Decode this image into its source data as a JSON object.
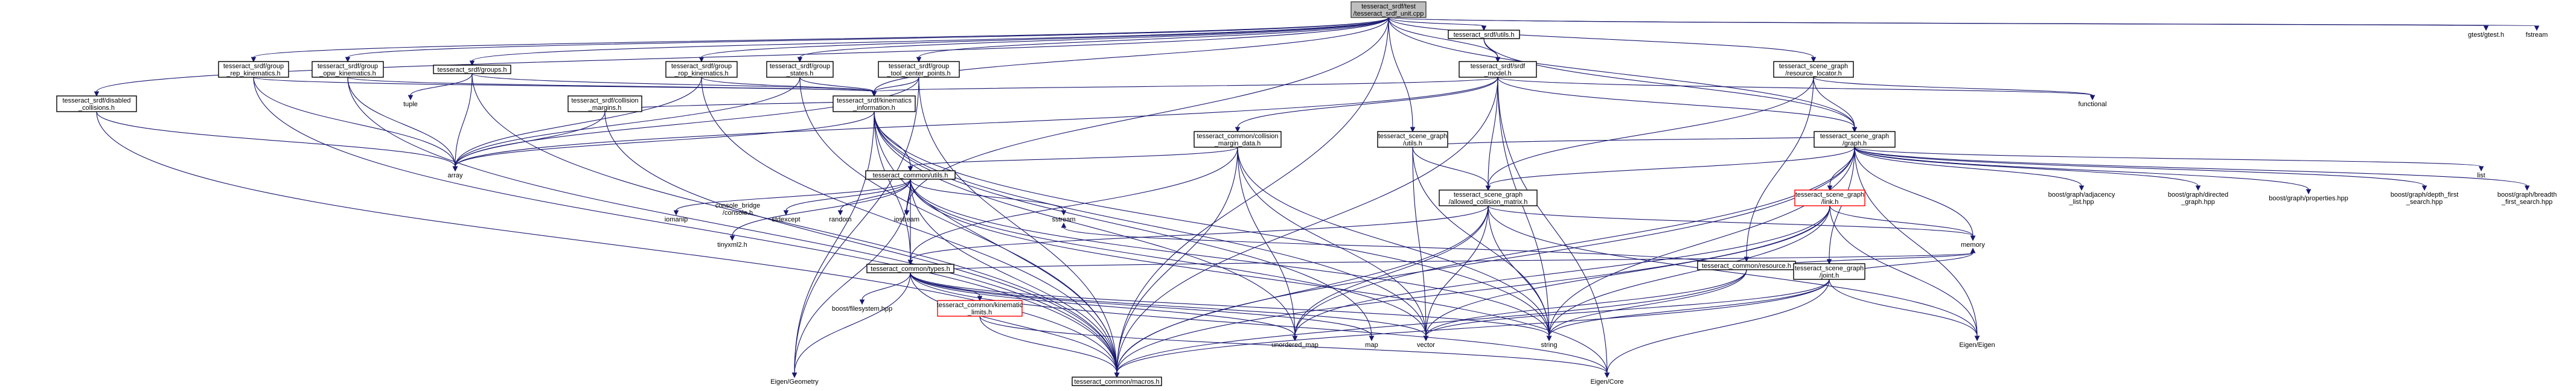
{
  "diagram": {
    "nodes": [
      {
        "id": "root",
        "label": [
          "tesseract_srdf/test",
          "/tesseract_srdf_unit.cpp"
        ],
        "style": "root"
      },
      {
        "id": "gtest",
        "label": [
          "gtest/gtest.h"
        ],
        "style": "plain"
      },
      {
        "id": "fstream",
        "label": [
          "fstream"
        ],
        "style": "plain"
      },
      {
        "id": "srdf_utils",
        "label": [
          "tesseract_srdf/utils.h"
        ],
        "style": "box"
      },
      {
        "id": "srdf_model",
        "label": [
          "tesseract_srdf/srdf",
          "_model.h"
        ],
        "style": "box"
      },
      {
        "id": "resource_locator",
        "label": [
          "tesseract_scene_graph",
          "/resource_locator.h"
        ],
        "style": "box"
      },
      {
        "id": "functional",
        "label": [
          "functional"
        ],
        "style": "plain"
      },
      {
        "id": "rep_kin",
        "label": [
          "tesseract_srdf/group",
          "_rep_kinematics.h"
        ],
        "style": "box"
      },
      {
        "id": "opw_kin",
        "label": [
          "tesseract_srdf/group",
          "_opw_kinematics.h"
        ],
        "style": "box"
      },
      {
        "id": "groups",
        "label": [
          "tesseract_srdf/groups.h"
        ],
        "style": "box"
      },
      {
        "id": "rop_kin",
        "label": [
          "tesseract_srdf/group",
          "_rop_kinematics.h"
        ],
        "style": "box"
      },
      {
        "id": "states",
        "label": [
          "tesseract_srdf/group",
          "_states.h"
        ],
        "style": "box"
      },
      {
        "id": "tcp",
        "label": [
          "tesseract_srdf/group",
          "_tool_center_points.h"
        ],
        "style": "box"
      },
      {
        "id": "disabled",
        "label": [
          "tesseract_srdf/disabled",
          "_collisions.h"
        ],
        "style": "box"
      },
      {
        "id": "collision_margins",
        "label": [
          "tesseract_srdf/collision",
          "_margins.h"
        ],
        "style": "box"
      },
      {
        "id": "kin_info",
        "label": [
          "tesseract_srdf/kinematics",
          "_information.h"
        ],
        "style": "box"
      },
      {
        "id": "margin_data",
        "label": [
          "tesseract_common/collision",
          "_margin_data.h"
        ],
        "style": "box"
      },
      {
        "id": "sg_utils",
        "label": [
          "tesseract_scene_graph",
          "/utils.h"
        ],
        "style": "box"
      },
      {
        "id": "graph",
        "label": [
          "tesseract_scene_graph",
          "/graph.h"
        ],
        "style": "box"
      },
      {
        "id": "tuple",
        "label": [
          "tuple"
        ],
        "style": "plain"
      },
      {
        "id": "array",
        "label": [
          "array"
        ],
        "style": "plain"
      },
      {
        "id": "common_utils",
        "label": [
          "tesseract_common/utils.h"
        ],
        "style": "box"
      },
      {
        "id": "acm",
        "label": [
          "tesseract_scene_graph",
          "/allowed_collision_matrix.h"
        ],
        "style": "box"
      },
      {
        "id": "link",
        "label": [
          "tesseract_scene_graph",
          "/link.h"
        ],
        "style": "red"
      },
      {
        "id": "adjacency",
        "label": [
          "boost/graph/adjacency",
          "_list.hpp"
        ],
        "style": "plain"
      },
      {
        "id": "directed",
        "label": [
          "boost/graph/directed",
          "_graph.hpp"
        ],
        "style": "plain"
      },
      {
        "id": "properties",
        "label": [
          "boost/graph/properties.hpp"
        ],
        "style": "plain"
      },
      {
        "id": "dfs",
        "label": [
          "boost/graph/depth_first",
          "_search.hpp"
        ],
        "style": "plain"
      },
      {
        "id": "bfs",
        "label": [
          "boost/graph/breadth",
          "_first_search.hpp"
        ],
        "style": "plain"
      },
      {
        "id": "list",
        "label": [
          "list"
        ],
        "style": "plain"
      },
      {
        "id": "sstream",
        "label": [
          "sstream"
        ],
        "style": "plain"
      },
      {
        "id": "console_bridge",
        "label": [
          "console_bridge",
          "/console.h"
        ],
        "style": "plain"
      },
      {
        "id": "iomanip",
        "label": [
          "iomanip"
        ],
        "style": "plain"
      },
      {
        "id": "tinyxml2",
        "label": [
          "tinyxml2.h"
        ],
        "style": "plain"
      },
      {
        "id": "stdexcept",
        "label": [
          "stdexcept"
        ],
        "style": "plain"
      },
      {
        "id": "random",
        "label": [
          "random"
        ],
        "style": "plain"
      },
      {
        "id": "iostream",
        "label": [
          "iostream"
        ],
        "style": "plain"
      },
      {
        "id": "resource",
        "label": [
          "tesseract_common/resource.h"
        ],
        "style": "box"
      },
      {
        "id": "joint",
        "label": [
          "tesseract_scene_graph",
          "/joint.h"
        ],
        "style": "box"
      },
      {
        "id": "types",
        "label": [
          "tesseract_common/types.h"
        ],
        "style": "box"
      },
      {
        "id": "memory",
        "label": [
          "memory"
        ],
        "style": "plain"
      },
      {
        "id": "boost_fs",
        "label": [
          "boost/filesystem.hpp"
        ],
        "style": "plain"
      },
      {
        "id": "kin_limits",
        "label": [
          "tesseract_common/kinematic",
          "_limits.h"
        ],
        "style": "red"
      },
      {
        "id": "unordered_map",
        "label": [
          "unordered_map"
        ],
        "style": "plain"
      },
      {
        "id": "map",
        "label": [
          "map"
        ],
        "style": "plain"
      },
      {
        "id": "vector",
        "label": [
          "vector"
        ],
        "style": "plain"
      },
      {
        "id": "string",
        "label": [
          "string"
        ],
        "style": "plain"
      },
      {
        "id": "eigen_eigen",
        "label": [
          "Eigen/Eigen"
        ],
        "style": "plain"
      },
      {
        "id": "eigen_geometry",
        "label": [
          "Eigen/Geometry"
        ],
        "style": "plain"
      },
      {
        "id": "macros",
        "label": [
          "tesseract_common/macros.h"
        ],
        "style": "box"
      },
      {
        "id": "eigen_core",
        "label": [
          "Eigen/Core"
        ],
        "style": "plain"
      }
    ],
    "edges": [
      [
        "root",
        "gtest"
      ],
      [
        "root",
        "fstream"
      ],
      [
        "root",
        "srdf_utils"
      ],
      [
        "root",
        "srdf_model"
      ],
      [
        "root",
        "rep_kin"
      ],
      [
        "root",
        "opw_kin"
      ],
      [
        "root",
        "groups"
      ],
      [
        "root",
        "rop_kin"
      ],
      [
        "root",
        "states"
      ],
      [
        "root",
        "tcp"
      ],
      [
        "root",
        "disabled"
      ],
      [
        "root",
        "kin_info"
      ],
      [
        "root",
        "sg_utils"
      ],
      [
        "root",
        "graph"
      ],
      [
        "root",
        "resource_locator"
      ],
      [
        "root",
        "iostream"
      ],
      [
        "root",
        "macros"
      ],
      [
        "srdf_utils",
        "srdf_model"
      ],
      [
        "srdf_utils",
        "graph"
      ],
      [
        "srdf_model",
        "kin_info"
      ],
      [
        "srdf_model",
        "margin_data"
      ],
      [
        "srdf_model",
        "acm"
      ],
      [
        "srdf_model",
        "graph"
      ],
      [
        "srdf_model",
        "macros"
      ],
      [
        "srdf_model",
        "string"
      ],
      [
        "srdf_model",
        "array"
      ],
      [
        "srdf_model",
        "functional"
      ],
      [
        "srdf_model",
        "eigen_core"
      ],
      [
        "resource_locator",
        "resource"
      ],
      [
        "resource_locator",
        "graph"
      ],
      [
        "resource_locator",
        "acm"
      ],
      [
        "resource_locator",
        "functional"
      ],
      [
        "rep_kin",
        "kin_info"
      ],
      [
        "rep_kin",
        "array"
      ],
      [
        "rep_kin",
        "macros"
      ],
      [
        "opw_kin",
        "kin_info"
      ],
      [
        "opw_kin",
        "array"
      ],
      [
        "opw_kin",
        "macros"
      ],
      [
        "groups",
        "kin_info"
      ],
      [
        "groups",
        "tuple"
      ],
      [
        "groups",
        "array"
      ],
      [
        "groups",
        "macros"
      ],
      [
        "rop_kin",
        "kin_info"
      ],
      [
        "rop_kin",
        "array"
      ],
      [
        "rop_kin",
        "macros"
      ],
      [
        "states",
        "kin_info"
      ],
      [
        "states",
        "array"
      ],
      [
        "states",
        "macros"
      ],
      [
        "tcp",
        "kin_info"
      ],
      [
        "tcp",
        "array"
      ],
      [
        "tcp",
        "eigen_geometry"
      ],
      [
        "tcp",
        "macros"
      ],
      [
        "disabled",
        "array"
      ],
      [
        "disabled",
        "macros"
      ],
      [
        "collision_margins",
        "kin_info"
      ],
      [
        "collision_margins",
        "array"
      ],
      [
        "collision_margins",
        "macros"
      ],
      [
        "kin_info",
        "common_utils"
      ],
      [
        "kin_info",
        "types"
      ],
      [
        "kin_info",
        "array"
      ],
      [
        "kin_info",
        "macros"
      ],
      [
        "kin_info",
        "unordered_map"
      ],
      [
        "kin_info",
        "string"
      ],
      [
        "kin_info",
        "vector"
      ],
      [
        "kin_info",
        "map"
      ],
      [
        "kin_info",
        "eigen_geometry"
      ],
      [
        "margin_data",
        "common_utils"
      ],
      [
        "margin_data",
        "types"
      ],
      [
        "margin_data",
        "macros"
      ],
      [
        "margin_data",
        "unordered_map"
      ],
      [
        "margin_data",
        "string"
      ],
      [
        "margin_data",
        "vector"
      ],
      [
        "sg_utils",
        "graph"
      ],
      [
        "sg_utils",
        "acm"
      ],
      [
        "sg_utils",
        "string"
      ],
      [
        "sg_utils",
        "vector"
      ],
      [
        "graph",
        "adjacency"
      ],
      [
        "graph",
        "directed"
      ],
      [
        "graph",
        "properties"
      ],
      [
        "graph",
        "dfs"
      ],
      [
        "graph",
        "bfs"
      ],
      [
        "graph",
        "list"
      ],
      [
        "graph",
        "link"
      ],
      [
        "graph",
        "joint"
      ],
      [
        "graph",
        "acm"
      ],
      [
        "graph",
        "macros"
      ],
      [
        "graph",
        "string"
      ],
      [
        "graph",
        "memory"
      ],
      [
        "graph",
        "unordered_map"
      ],
      [
        "graph",
        "eigen_eigen"
      ],
      [
        "common_utils",
        "iomanip"
      ],
      [
        "common_utils",
        "tinyxml2"
      ],
      [
        "common_utils",
        "stdexcept"
      ],
      [
        "common_utils",
        "random"
      ],
      [
        "common_utils",
        "sstream"
      ],
      [
        "common_utils",
        "iostream"
      ],
      [
        "common_utils",
        "eigen_core"
      ],
      [
        "common_utils",
        "types"
      ],
      [
        "common_utils",
        "macros"
      ],
      [
        "common_utils",
        "string"
      ],
      [
        "common_utils",
        "vector"
      ],
      [
        "common_utils",
        "eigen_geometry"
      ],
      [
        "acm",
        "types"
      ],
      [
        "acm",
        "macros"
      ],
      [
        "acm",
        "memory"
      ],
      [
        "acm",
        "string"
      ],
      [
        "acm",
        "vector"
      ],
      [
        "acm",
        "unordered_map"
      ],
      [
        "acm",
        "eigen_eigen"
      ],
      [
        "link",
        "macros"
      ],
      [
        "link",
        "memory"
      ],
      [
        "link",
        "string"
      ],
      [
        "link",
        "vector"
      ],
      [
        "link",
        "eigen_eigen"
      ],
      [
        "link",
        "unordered_map"
      ],
      [
        "resource",
        "macros"
      ],
      [
        "resource",
        "memory"
      ],
      [
        "resource",
        "sstream"
      ],
      [
        "resource",
        "string"
      ],
      [
        "resource",
        "vector"
      ],
      [
        "joint",
        "macros"
      ],
      [
        "joint",
        "memory"
      ],
      [
        "joint",
        "string"
      ],
      [
        "joint",
        "vector"
      ],
      [
        "joint",
        "eigen_eigen"
      ],
      [
        "joint",
        "eigen_core"
      ],
      [
        "types",
        "boost_fs"
      ],
      [
        "types",
        "kin_limits"
      ],
      [
        "types",
        "eigen_geometry"
      ],
      [
        "types",
        "macros"
      ],
      [
        "types",
        "unordered_map"
      ],
      [
        "types",
        "map"
      ],
      [
        "types",
        "vector"
      ],
      [
        "types",
        "string"
      ],
      [
        "types",
        "memory"
      ],
      [
        "types",
        "eigen_core"
      ],
      [
        "kin_limits",
        "macros"
      ],
      [
        "kin_limits",
        "eigen_core"
      ]
    ]
  }
}
